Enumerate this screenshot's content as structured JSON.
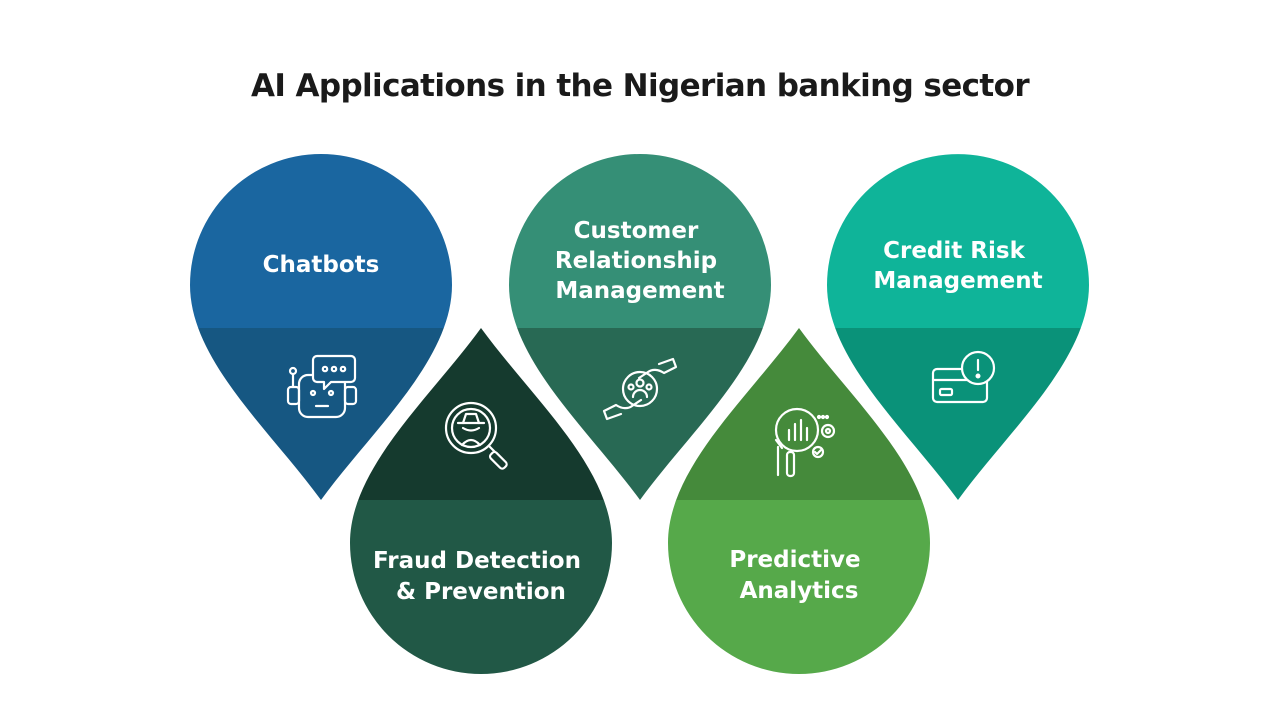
{
  "title": "AI Applications in the Nigerian banking sector",
  "drops": [
    {
      "id": "chatbots",
      "lines": [
        "Chatbots"
      ],
      "icon": "chatbot-icon",
      "colors": {
        "light": "#1a66a0",
        "dark": "#165782"
      }
    },
    {
      "id": "fraud",
      "lines": [
        "Fraud Detection",
        "& Prevention"
      ],
      "icon": "fraud-magnifier-icon",
      "colors": {
        "light": "#215846",
        "dark": "#153a2e"
      }
    },
    {
      "id": "crm",
      "lines": [
        "Customer",
        "Relationship",
        "Management"
      ],
      "icon": "handshake-people-icon",
      "colors": {
        "light": "#358f76",
        "dark": "#286954"
      }
    },
    {
      "id": "predictive",
      "lines": [
        "Predictive",
        "Analytics"
      ],
      "icon": "analytics-icon",
      "colors": {
        "light": "#56a94a",
        "dark": "#458a3b"
      }
    },
    {
      "id": "credit",
      "lines": [
        "Credit Risk",
        "Management"
      ],
      "icon": "credit-card-alert-icon",
      "colors": {
        "light": "#0fb499",
        "dark": "#0a9279"
      }
    }
  ]
}
